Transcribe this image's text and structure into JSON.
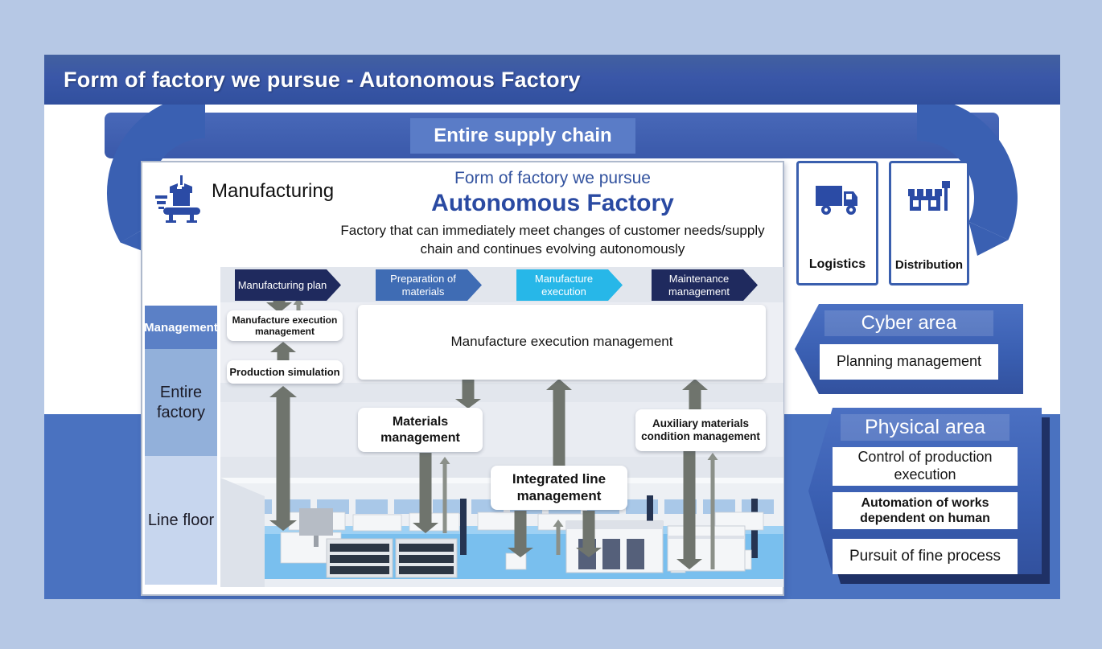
{
  "title_bar": {
    "title": "Form of factory we pursue - Autonomous Factory"
  },
  "supply_chain_label": "Entire supply chain",
  "factory_panel": {
    "manufacturing_label": "Manufacturing",
    "pursue_line": "Form of factory we pursue",
    "headline": "Autonomous Factory",
    "description": "Factory that can immediately meet changes of customer needs/supply chain and continues evolving autonomously",
    "process_steps": [
      "Manufacturing plan",
      "Preparation of materials",
      "Manufacture execution",
      "Maintenance management"
    ],
    "layers": [
      "Management",
      "Entire factory",
      "Line floor"
    ],
    "management_boxes": [
      "Manufacture execution management",
      "Production simulation"
    ],
    "execution_box": "Manufacture execution management",
    "materials_box": "Materials management",
    "integrated_box": "Integrated line management",
    "auxiliary_box": "Auxiliary materials condition management"
  },
  "supply_nodes": {
    "logistics": "Logistics",
    "distribution": "Distribution"
  },
  "cyber_area": {
    "title": "Cyber area",
    "items": [
      "Planning management"
    ]
  },
  "physical_area": {
    "title": "Physical area",
    "items": [
      "Control of production execution",
      "Automation of works dependent on human",
      "Pursuit of fine process"
    ]
  },
  "colors": {
    "title_bar_blue": "#3a57a8",
    "loop_blue": "#3a60b2",
    "lower_band_blue": "#4a72c0",
    "chevron_navy": "#1f2a5e",
    "chevron_blue": "#3f6cb4",
    "chevron_cyan": "#27b7e8",
    "arrow_gray": "#6f746d",
    "floor_blue": "#79bfee",
    "accent_border_blue": "#3a5fae"
  }
}
